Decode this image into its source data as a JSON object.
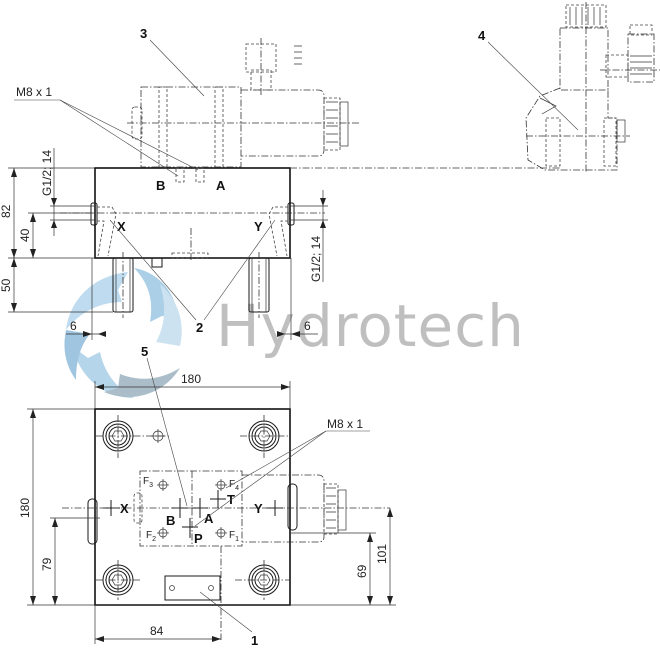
{
  "watermark": {
    "brand": "Hydrotech",
    "logo_colors": [
      "#9cc8e4",
      "#6fa8cf",
      "#8fa6b6"
    ],
    "text_color": "#b4b4b4"
  },
  "callouts": {
    "item_1": "1",
    "item_2": "2",
    "item_3": "3",
    "item_4": "4",
    "item_5": "5"
  },
  "thread_labels": {
    "m8_top": "M8 x 1",
    "m8_plan": "M8 x 1",
    "g_left": "G1/2; 14",
    "g_right": "G1/2; 14"
  },
  "ports": {
    "side_b": "B",
    "side_a": "A",
    "side_x": "X",
    "side_y": "Y",
    "plan_x": "X",
    "plan_y": "Y",
    "plan_b": "B",
    "plan_a": "A",
    "plan_t": "T",
    "plan_p": "P",
    "f1": "F",
    "f1_sub": "1",
    "f2": "F",
    "f2_sub": "2",
    "f3": "F",
    "f3_sub": "3",
    "f4": "F",
    "f4_sub": "4"
  },
  "dimensions": {
    "side_height_total": "82",
    "side_port_height": "40",
    "side_bolt_length": "50",
    "side_offset_left": "6",
    "side_offset_right": "6",
    "plan_width": "180",
    "plan_height": "180",
    "plan_xy_axis_from_bottom": "79",
    "plan_centre_x": "84",
    "plan_axis_right_69": "69",
    "plan_axis_right_101": "101"
  }
}
